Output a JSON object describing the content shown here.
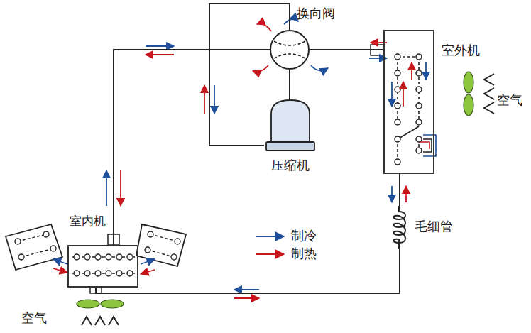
{
  "diagram": {
    "nodes": [
      {
        "text": [
          "换向阀"
        ]
      },
      {
        "text": [
          "室外机"
        ]
      },
      {
        "text": [
          "压缩机"
        ]
      },
      {
        "text": [
          "室内机"
        ]
      },
      {
        "text": [
          "毛细管"
        ]
      }
    ],
    "edges": [
      {
        "from": 3,
        "to": 0,
        "arrow": "none"
      },
      {
        "from": 0,
        "to": 1,
        "arrow": "none"
      },
      {
        "from": 1,
        "to": 4,
        "arrow": "none"
      },
      {
        "from": 4,
        "to": 3,
        "arrow": "none"
      },
      {
        "from": 2,
        "to": 0,
        "arrow": "none"
      },
      {
        "from": 2,
        "to": 0,
        "arrow": "none"
      }
    ],
    "labels": [
      "空气",
      "空气"
    ],
    "legend": [
      {
        "text": "制冷"
      },
      {
        "text": "制热"
      }
    ]
  }
}
